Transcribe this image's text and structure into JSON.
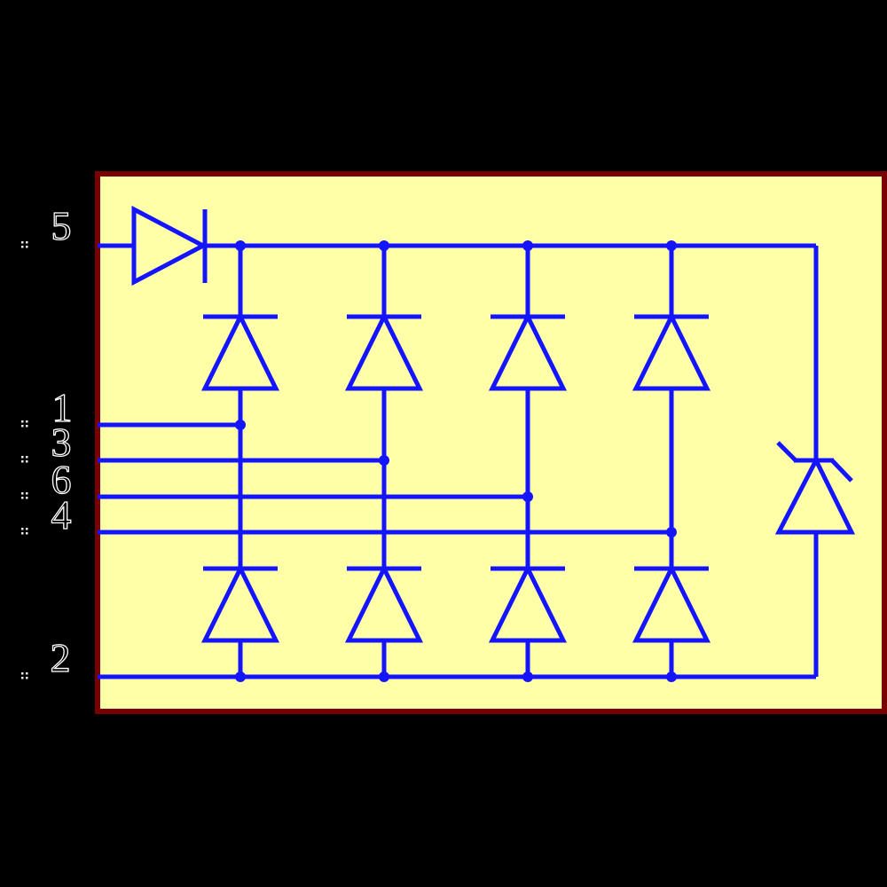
{
  "diagram": {
    "kind": "circuit-schematic",
    "description": "Rectifier bridge schematic: series diode on pin 5 feeding a top bus, four diode columns (top and bottom rows of upward-pointing diodes), a zener diode on the right leg, bottom bus on pin 2",
    "colors": {
      "background": "#000000",
      "sheet_fill": "#FFFFA8",
      "sheet_border": "#7A0000",
      "wire": "#1414FF",
      "pin_label_outline": "#FFFFFF"
    }
  },
  "pins": [
    {
      "id": "pin-5",
      "label": "5"
    },
    {
      "id": "pin-1",
      "label": "1"
    },
    {
      "id": "pin-3",
      "label": "3"
    },
    {
      "id": "pin-6",
      "label": "6"
    },
    {
      "id": "pin-4",
      "label": "4"
    },
    {
      "id": "pin-2",
      "label": "2"
    }
  ]
}
